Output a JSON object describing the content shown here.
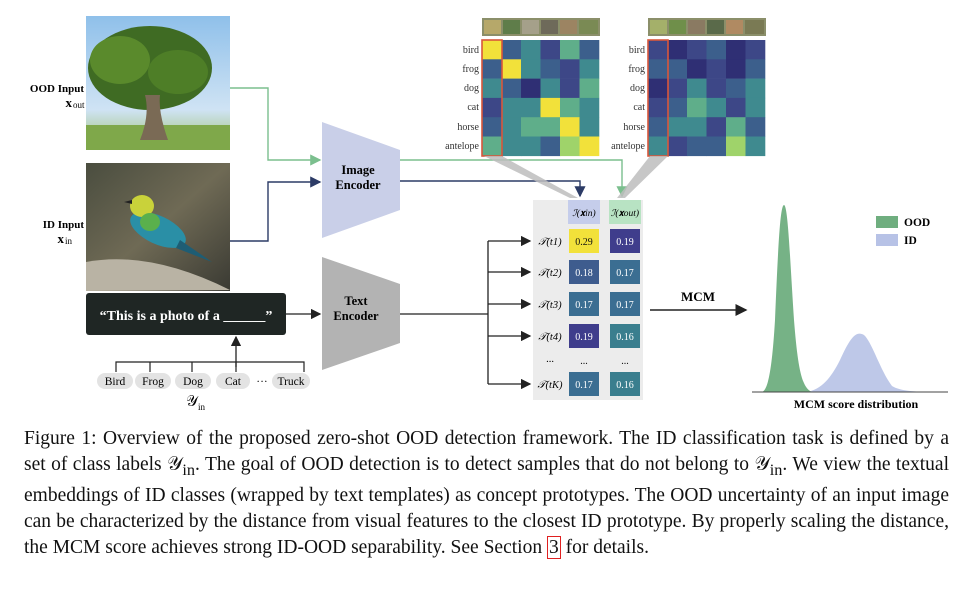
{
  "figure": {
    "ood_input_label": "OOD Input",
    "ood_input_var": "x",
    "ood_input_sub": "out",
    "id_input_label": "ID Input",
    "id_input_var": "x",
    "id_input_sub": "in",
    "prompt_text": "“This is a photo of a ______”",
    "image_encoder": [
      "Image",
      "Encoder"
    ],
    "text_encoder": [
      "Text",
      "Encoder"
    ],
    "class_chips": [
      "Bird",
      "Frog",
      "Dog",
      "Cat",
      "Truck"
    ],
    "class_ellipsis": "···",
    "label_set": "𝒴",
    "label_set_sub": "in",
    "heatmap_rows": [
      "bird",
      "frog",
      "dog",
      "cat",
      "horse",
      "antelope"
    ],
    "col_in_header": "ℐ(𝐱in)",
    "col_out_header": "ℐ(𝐱out)",
    "text_rows": [
      "𝒯(t1)",
      "𝒯(t2)",
      "𝒯(t3)",
      "𝒯(t4)",
      "...",
      "𝒯(tK)"
    ],
    "scores_in": [
      "0.29",
      "0.18",
      "0.17",
      "0.19",
      "...",
      "0.17"
    ],
    "scores_out": [
      "0.19",
      "0.17",
      "0.17",
      "0.16",
      "...",
      "0.16"
    ],
    "mcm_label": "MCM",
    "legend": [
      {
        "label": "OOD",
        "color": "#6fae7f"
      },
      {
        "label": "ID",
        "color": "#b7c2e6"
      }
    ],
    "dist_xlabel": "MCM score distribution"
  },
  "caption": {
    "part1": "Figure 1: Overview of the proposed zero-shot OOD detection framework. The ID classification task is defined by a set of class labels 𝒴",
    "sub1": "in",
    "part2": ". The goal of OOD detection is to detect samples that do not belong to 𝒴",
    "sub2": "in",
    "part3": ". We view the textual embeddings of ID classes (wrapped by text templates) as concept prototypes. The OOD uncertainty of an input image can be characterized by the distance from visual features to the closest ID prototype. By properly scaling the distance, the MCM score achieves strong ID-OOD separability. See Section ",
    "ref": "3",
    "part4": " for details."
  }
}
